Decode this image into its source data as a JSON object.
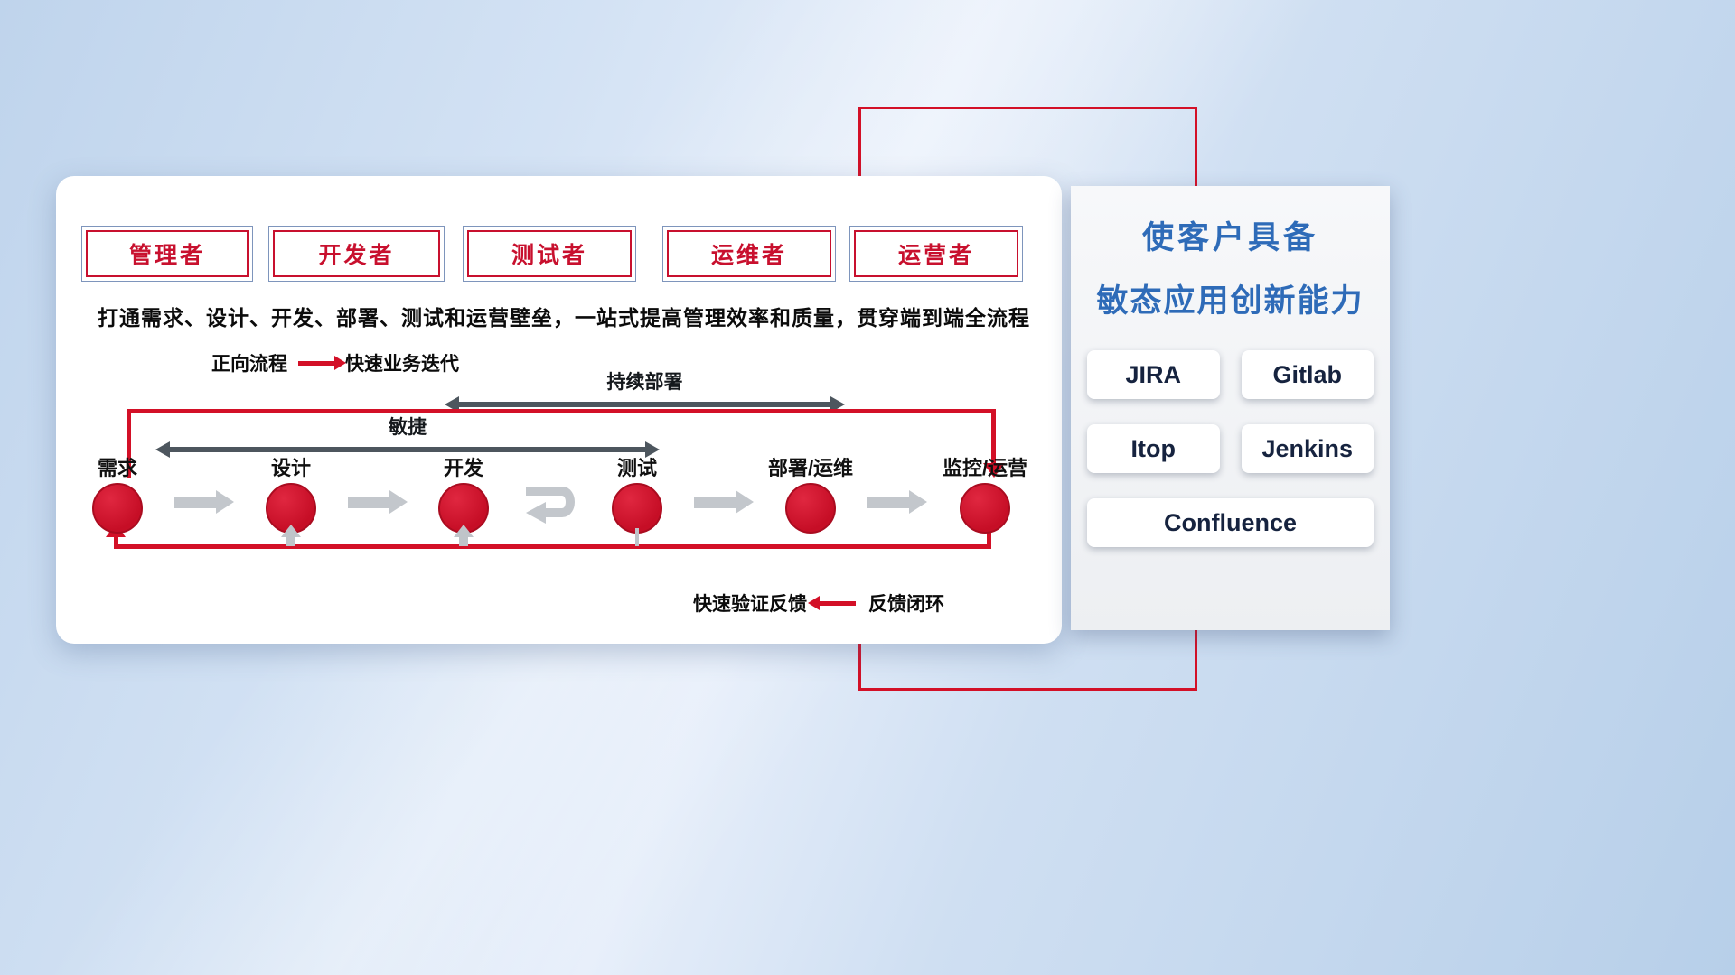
{
  "roles": [
    {
      "label": "管理者"
    },
    {
      "label": "开发者"
    },
    {
      "label": "测试者"
    },
    {
      "label": "运维者"
    },
    {
      "label": "运营者"
    }
  ],
  "subtitle": "打通需求、设计、开发、部署、测试和运营壁垒，一站式提高管理效率和质量，贯穿端到端全流程",
  "legend": {
    "forward_label": "正向流程",
    "forward_desc": "快速业务迭代",
    "feedback_label": "快速验证反馈",
    "feedback_desc": "反馈闭环"
  },
  "span_arrows": {
    "agile": "敏捷",
    "continuous_deployment": "持续部署"
  },
  "stages": [
    "需求",
    "设计",
    "开发",
    "测试",
    "部署/运维",
    "监控/运营"
  ],
  "right_panel": {
    "title_line1": "使客户具备",
    "title_line2": "敏态应用创新能力",
    "tools": [
      "JIRA",
      "Gitlab",
      "Itop",
      "Jenkins",
      "Confluence"
    ]
  },
  "colors": {
    "accent_red": "#d31027",
    "role_red": "#c8102e",
    "title_blue": "#2e6bb8",
    "tool_text": "#16233f",
    "dark_arrow": "#4d565e",
    "gray_arrow": "#c3c7cc"
  }
}
